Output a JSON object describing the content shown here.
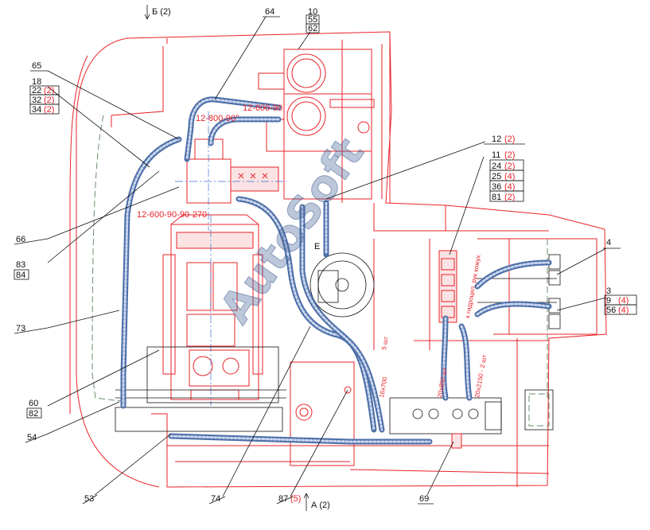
{
  "drawing": {
    "watermark": "AutoSoft",
    "view_markers": {
      "b": "Б (2)",
      "a": "А (2)",
      "e": "Е"
    },
    "callouts": {
      "c64": "64",
      "c10": "10",
      "c55": "55",
      "c62": "62",
      "c65": "65",
      "c18": "18",
      "c22": "22",
      "c22q": "(2)",
      "c32": "32",
      "c32q": "(2)",
      "c34": "34",
      "c34q": "(2)",
      "c12": "12",
      "c12q": "(2)",
      "c11": "11",
      "c11q": "(2)",
      "c24": "24",
      "c24q": "(2)",
      "c25": "25",
      "c25q": "(4)",
      "c36": "36",
      "c36q": "(4)",
      "c81": "81",
      "c81q": "(2)",
      "c4": "4",
      "c3": "3",
      "c9": "9",
      "c9q": "(4)",
      "c56": "56",
      "c56q": "(4)",
      "c66": "66",
      "c83": "83",
      "c84": "84",
      "c73": "73",
      "c60": "60",
      "c82": "82",
      "c54": "54",
      "c53": "53",
      "c74": "74",
      "c87": "87",
      "c87q": "(5)",
      "c69": "69"
    },
    "hose_notes": {
      "h1": "12-600-90",
      "h2": "12-800-90°",
      "h3": "12-600-90-90-270",
      "h4": "16х700",
      "h5": "20х850 шт",
      "h6": "20х2150 - 2 шт",
      "h7": "к гидроцил. рук кожух",
      "h8": "5 шт"
    }
  }
}
